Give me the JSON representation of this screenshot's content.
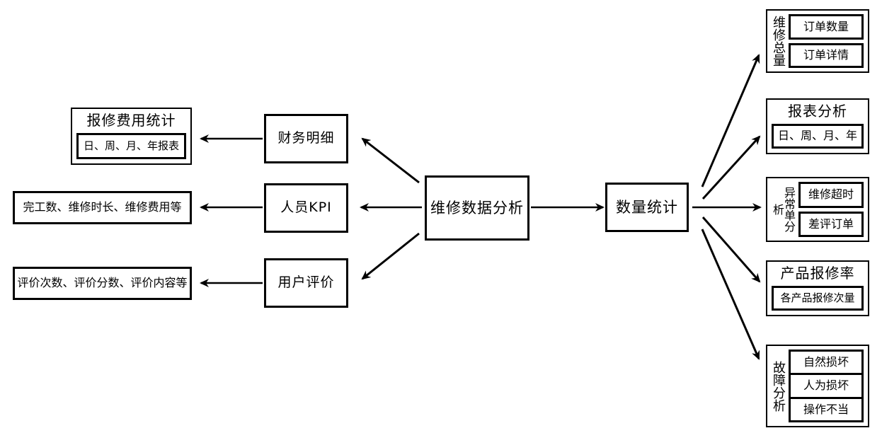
{
  "diagram": {
    "title": "维修数据分析",
    "center": {
      "main_label": "维修数据分析",
      "count_label": "数量统计"
    },
    "left_branch": [
      {
        "node_label": "财务明细",
        "detail_title": "报修费用统计",
        "detail_items": [
          "日、周、月、年报表"
        ]
      },
      {
        "node_label": "人员KPI",
        "detail_title": "完工数、维修时长、维修费用等",
        "detail_items": []
      },
      {
        "node_label": "用户评价",
        "detail_title": "评价次数、评价分数、评价内容等",
        "detail_items": []
      }
    ],
    "right_branch": [
      {
        "label": "维修总量",
        "label_orientation": "vertical",
        "items": [
          "订单数量",
          "订单详情"
        ]
      },
      {
        "label": "报表分析",
        "label_orientation": "horizontal",
        "items": [
          "日、周、月、年"
        ]
      },
      {
        "label": "异常单分析",
        "label_orientation": "vertical",
        "items": [
          "维修超时",
          "差评订单"
        ]
      },
      {
        "label": "产品报修率",
        "label_orientation": "horizontal",
        "items": [
          "各产品报修次量"
        ]
      },
      {
        "label": "故障分析",
        "label_orientation": "vertical",
        "items": [
          "自然损坏",
          "人为损坏",
          "操作不当"
        ]
      }
    ],
    "colors": {
      "stroke": "#000000",
      "fill": "#ffffff",
      "text": "#000000"
    }
  }
}
